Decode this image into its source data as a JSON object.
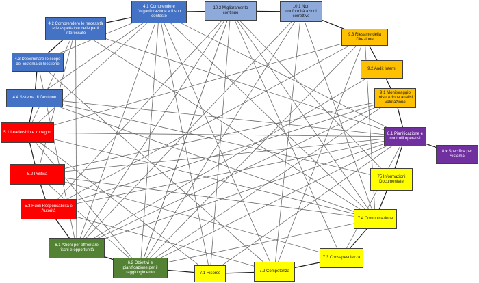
{
  "nodes": {
    "n41": {
      "label": "4.1 Comprendere l'organizzazione e il suo contesto",
      "color": "#4472c4"
    },
    "n42": {
      "label": "4.2 Comprendere le necessità e le aspettative delle parti interessate",
      "color": "#4472c4"
    },
    "n43": {
      "label": "4.3 Determinare lo scopo del Sistema di Gestione",
      "color": "#4472c4"
    },
    "n44": {
      "label": "4.4 Sistema di Gestione",
      "color": "#4472c4"
    },
    "n51": {
      "label": "5.1 Leadership e impegno",
      "color": "#ff0000"
    },
    "n52": {
      "label": "5.2 Politica",
      "color": "#ff0000"
    },
    "n53": {
      "label": "5.3 Ruoli Responsabilità e Autorità",
      "color": "#ff0000"
    },
    "n61": {
      "label": "6.1 Azioni per affrontare rischi e opportunità",
      "color": "#548235"
    },
    "n62": {
      "label": "6.2 Obiettivi e pianificazione per il raggiungimento",
      "color": "#548235"
    },
    "n71": {
      "label": "7.1 Risorse",
      "color": "#ffff00"
    },
    "n72": {
      "label": "7.2 Competenza",
      "color": "#ffff00"
    },
    "n73": {
      "label": "7.3 Consapevolezza",
      "color": "#ffff00"
    },
    "n74": {
      "label": "7.4 Comunicazione",
      "color": "#ffff00"
    },
    "n75": {
      "label": "75 Informazioni Documentate",
      "color": "#ffff00"
    },
    "n81": {
      "label": "8.1 Pianificazione e controlli operativi",
      "color": "#7030a0"
    },
    "n8x": {
      "label": "8.x Specifica per Sistema",
      "color": "#7030a0"
    },
    "n91": {
      "label": "9.1 Monitoraggio misurazione analisi valutazione",
      "color": "#ffc000"
    },
    "n92": {
      "label": "9.2 Audit Interni",
      "color": "#ffc000"
    },
    "n93": {
      "label": "9.3 Riesame della Direzione",
      "color": "#ffc000"
    },
    "n101": {
      "label": "10.1 Non conformità azioni correttive",
      "color": "#8eaadb"
    },
    "n102": {
      "label": "10.2 Miglioramento continuo",
      "color": "#8eaadb"
    }
  },
  "ring": [
    [
      "n41",
      "n102"
    ],
    [
      "n102",
      "n101"
    ],
    [
      "n101",
      "n93"
    ],
    [
      "n93",
      "n92"
    ],
    [
      "n92",
      "n91"
    ],
    [
      "n91",
      "n81"
    ],
    [
      "n81",
      "n8x"
    ],
    [
      "n81",
      "n75"
    ],
    [
      "n75",
      "n74"
    ],
    [
      "n74",
      "n73"
    ],
    [
      "n73",
      "n72"
    ],
    [
      "n72",
      "n71"
    ],
    [
      "n71",
      "n62"
    ],
    [
      "n62",
      "n61"
    ],
    [
      "n61",
      "n53"
    ],
    [
      "n53",
      "n52"
    ],
    [
      "n52",
      "n51"
    ],
    [
      "n51",
      "n44"
    ],
    [
      "n44",
      "n43"
    ],
    [
      "n43",
      "n42"
    ],
    [
      "n42",
      "n41"
    ]
  ],
  "links": [
    [
      "n41",
      "n42"
    ],
    [
      "n41",
      "n43"
    ],
    [
      "n41",
      "n44"
    ],
    [
      "n41",
      "n51"
    ],
    [
      "n41",
      "n61"
    ],
    [
      "n41",
      "n62"
    ],
    [
      "n41",
      "n71"
    ],
    [
      "n41",
      "n72"
    ],
    [
      "n41",
      "n74"
    ],
    [
      "n41",
      "n81"
    ],
    [
      "n42",
      "n51"
    ],
    [
      "n42",
      "n52"
    ],
    [
      "n42",
      "n61"
    ],
    [
      "n42",
      "n74"
    ],
    [
      "n42",
      "n81"
    ],
    [
      "n43",
      "n44"
    ],
    [
      "n43",
      "n61"
    ],
    [
      "n43",
      "n72"
    ],
    [
      "n44",
      "n75"
    ],
    [
      "n44",
      "n81"
    ],
    [
      "n44",
      "n74"
    ],
    [
      "n51",
      "n81"
    ],
    [
      "n51",
      "n74"
    ],
    [
      "n51",
      "n71"
    ],
    [
      "n51",
      "n62"
    ],
    [
      "n51",
      "n93"
    ],
    [
      "n52",
      "n62"
    ],
    [
      "n52",
      "n73"
    ],
    [
      "n52",
      "n74"
    ],
    [
      "n52",
      "n81"
    ],
    [
      "n52",
      "n91"
    ],
    [
      "n53",
      "n72"
    ],
    [
      "n53",
      "n81"
    ],
    [
      "n53",
      "n91"
    ],
    [
      "n53",
      "n102"
    ],
    [
      "n53",
      "n93"
    ],
    [
      "n61",
      "n81"
    ],
    [
      "n61",
      "n102"
    ],
    [
      "n61",
      "n92"
    ],
    [
      "n61",
      "n101"
    ],
    [
      "n62",
      "n81"
    ],
    [
      "n62",
      "n91"
    ],
    [
      "n62",
      "n93"
    ],
    [
      "n62",
      "n102"
    ],
    [
      "n71",
      "n102"
    ],
    [
      "n71",
      "n81"
    ],
    [
      "n72",
      "n93"
    ],
    [
      "n72",
      "n101"
    ],
    [
      "n73",
      "n102"
    ],
    [
      "n73",
      "n81"
    ],
    [
      "n74",
      "n102"
    ],
    [
      "n74",
      "n93"
    ],
    [
      "n74",
      "n101"
    ],
    [
      "n75",
      "n102"
    ],
    [
      "n91",
      "n61"
    ],
    [
      "n62",
      "n74"
    ],
    [
      "n101",
      "n62"
    ],
    [
      "n102",
      "n62"
    ]
  ]
}
